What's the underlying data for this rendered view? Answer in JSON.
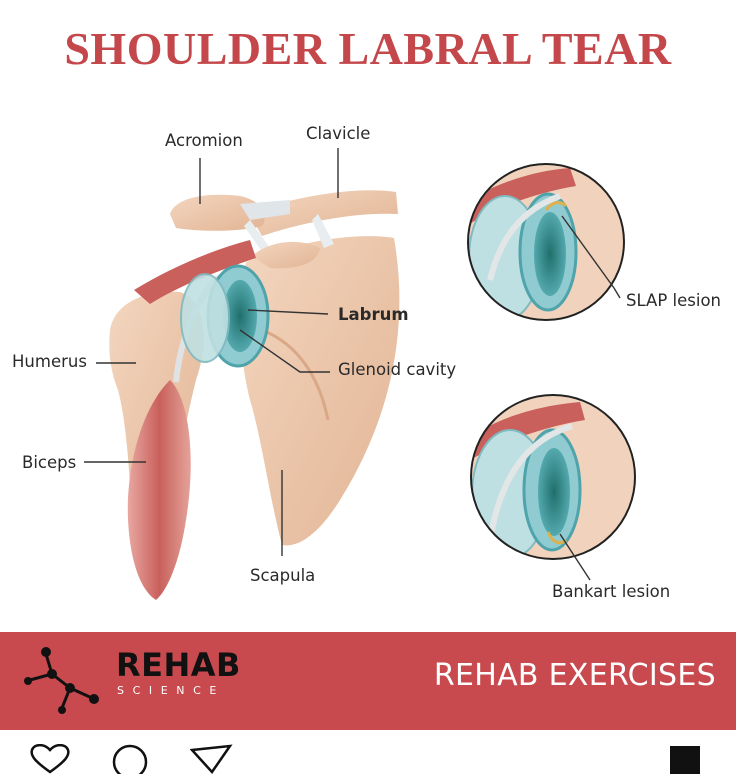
{
  "title": "SHOULDER LABRAL TEAR",
  "labels": {
    "acromion": "Acromion",
    "clavicle": "Clavicle",
    "labrum": "Labrum",
    "glenoid": "Glenoid cavity",
    "humerus": "Humerus",
    "biceps": "Biceps",
    "scapula": "Scapula",
    "slap": "SLAP lesion",
    "bankart": "Bankart lesion"
  },
  "banner": {
    "brand": "REHAB",
    "brand_sub": "SCIENCE",
    "cta": "REHAB EXERCISES",
    "color": "#c84a4e"
  },
  "actions": {
    "icons": [
      "heart-icon",
      "comment-icon",
      "share-icon",
      "save-icon"
    ]
  }
}
